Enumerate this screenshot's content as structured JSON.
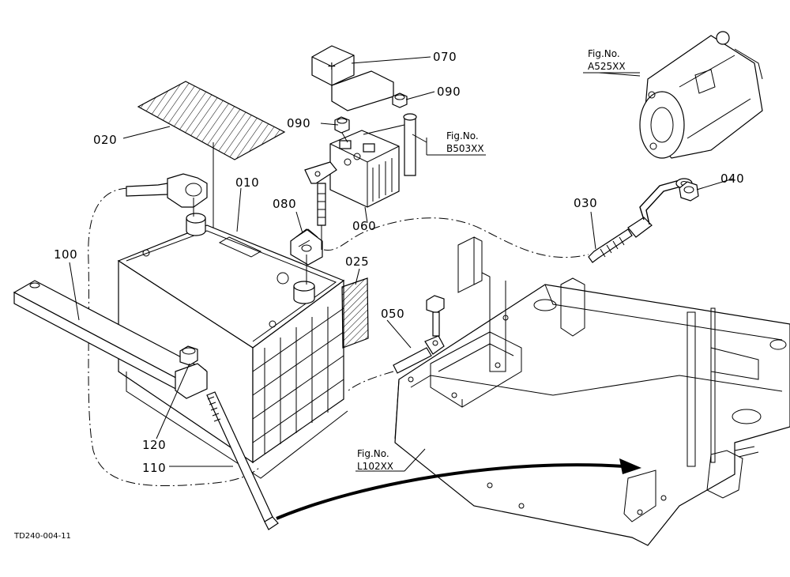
{
  "diagram": {
    "drawing_code": "TD240-004-11",
    "parts": {
      "p010": "010",
      "p020": "020",
      "p025": "025",
      "p030": "030",
      "p040": "040",
      "p050": "050",
      "p060": "060",
      "p070": "070",
      "p080": "080",
      "p090a": "090",
      "p090b": "090",
      "p100": "100",
      "p110": "110",
      "p120": "120"
    },
    "fig_refs": {
      "a525": {
        "title": "Fig.No.",
        "code": "A525XX"
      },
      "b503": {
        "title": "Fig.No.",
        "code": "B503XX"
      },
      "l102": {
        "title": "Fig.No.",
        "code": "L102XX"
      }
    },
    "symbols": {
      "plus": "+"
    }
  }
}
